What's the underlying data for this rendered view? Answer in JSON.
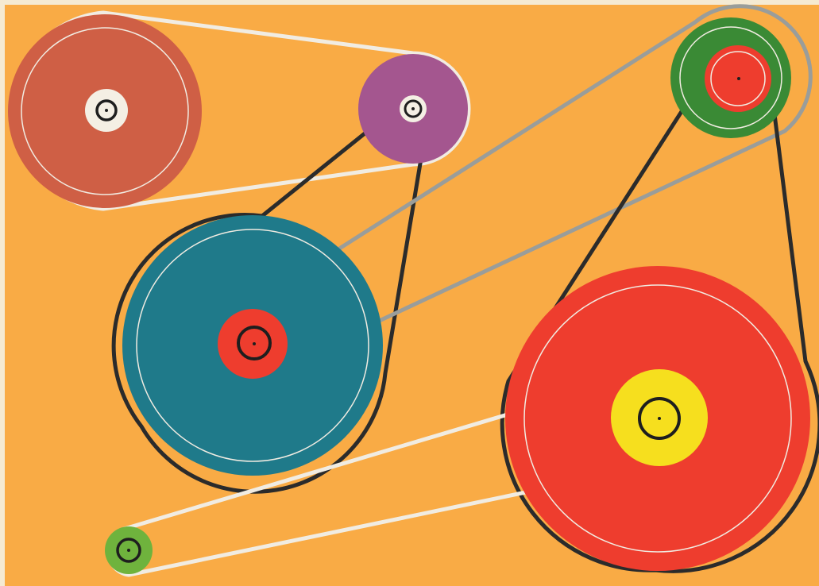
{
  "colors": {
    "paper": "#f5ead2",
    "background": "#f9ab45",
    "belt_light": "#f1ece2",
    "belt_dark": "#2b2b2b",
    "belt_gray": "#9a9d9a",
    "pulley_brown": "#cf5f45",
    "pulley_purple": "#a4568f",
    "pulley_teal": "#1f7a8a",
    "pulley_red": "#ee3d2e",
    "pulley_green": "#3a8a35",
    "pulley_yellow": "#f6df1e",
    "pulley_small_green": "#6fb33d",
    "hub_white": "#f4efe4",
    "hub_ring": "#1e1e1e"
  },
  "pulleys": [
    {
      "id": "brown",
      "color": "pulley_brown",
      "hub": "hub_white"
    },
    {
      "id": "purple",
      "color": "pulley_purple",
      "hub": "hub_white"
    },
    {
      "id": "teal",
      "color": "pulley_teal",
      "hub": "pulley_red"
    },
    {
      "id": "green",
      "color": "pulley_green",
      "hub": "pulley_red"
    },
    {
      "id": "big-red",
      "color": "pulley_red",
      "hub": "pulley_yellow"
    },
    {
      "id": "small-green",
      "color": "pulley_small_green",
      "hub": "pulley_small_green"
    }
  ],
  "belts": [
    {
      "id": "brown-purple",
      "color": "belt_light"
    },
    {
      "id": "purple-teal",
      "color": "belt_dark"
    },
    {
      "id": "teal-green",
      "color": "belt_gray"
    },
    {
      "id": "green-bigred",
      "color": "belt_dark"
    },
    {
      "id": "yellow-smallgreen",
      "color": "belt_light"
    }
  ]
}
